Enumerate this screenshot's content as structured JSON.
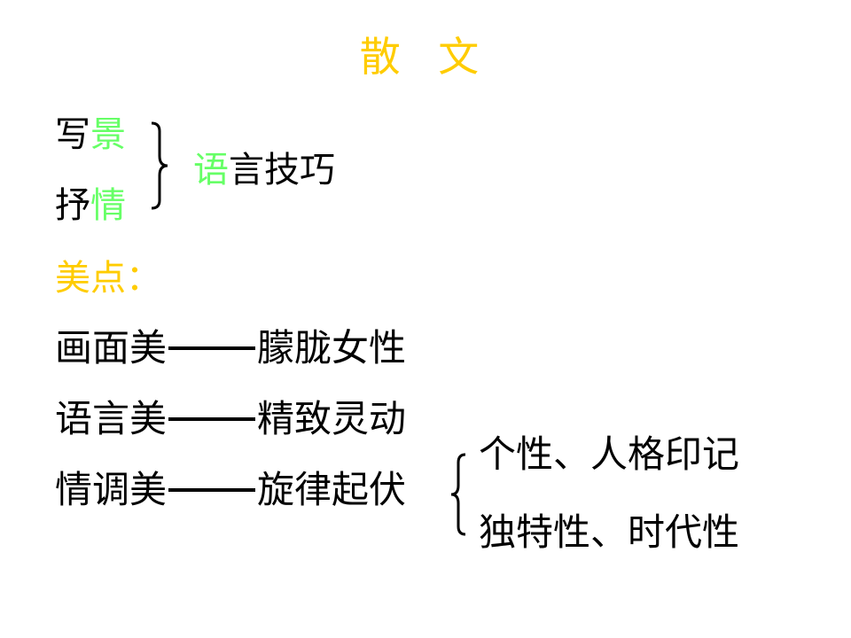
{
  "colors": {
    "title": "#FFCC00",
    "accent_green": "#66FF66",
    "points_heading": "#FFCC00",
    "text": "#000000"
  },
  "title": "散 文",
  "techniques": {
    "item1": {
      "prefix": "写",
      "highlight": "景"
    },
    "item2": {
      "prefix": "抒",
      "highlight": "情"
    },
    "result": {
      "highlight": "语",
      "rest": "言技巧"
    }
  },
  "points_heading": "美点：",
  "beauty_points": [
    {
      "name": "画面美",
      "description": "朦胧女性"
    },
    {
      "name": "语言美",
      "description": "精致灵动"
    },
    {
      "name": "情调美",
      "description": "旋律起伏"
    }
  ],
  "traits": [
    "个性、人格印记",
    "独特性、时代性"
  ]
}
